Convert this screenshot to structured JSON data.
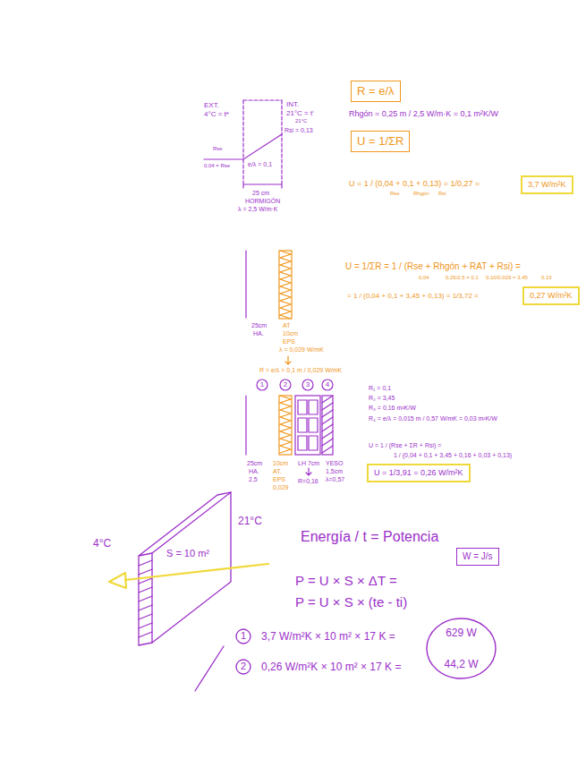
{
  "diagram": {
    "nodes": [
      {
        "text": [
          "R = e/λ"
        ]
      },
      {
        "text": [
          "U = 1/ΣR"
        ]
      },
      {
        "text": [
          "3,7 W/m²K"
        ]
      },
      {
        "text": [
          "0,27 W/m²K"
        ]
      },
      {
        "text": [
          "1"
        ]
      },
      {
        "text": [
          "2"
        ]
      },
      {
        "text": [
          "3"
        ]
      },
      {
        "text": [
          "4"
        ]
      },
      {
        "text": [
          "U = 1/3,91 = 0,26 W/m²K"
        ]
      },
      {
        "text": [
          "W = J/s"
        ]
      },
      {
        "text": [
          "1"
        ]
      },
      {
        "text": [
          "2"
        ]
      },
      {
        "text": [
          "629 W",
          "44,2 W"
        ]
      }
    ],
    "labels": [
      "EXT.",
      "4°C = tᵉ",
      "INT.",
      "21°C = tⁱ",
      "21°C",
      "Rsi = 0,13",
      "Rse",
      "0,04 = Rse",
      "e/λ = 0,1",
      "25 cm",
      "HORMIGÓN",
      "λ = 2,5 W/m·K",
      "Rhgón = 0,25 m / 2,5 W/m·K = 0,1 m²K/W",
      "U = 1 / (0,04 + 0,1 + 0,13) = 1/0,27 =",
      "Rse",
      "Rhgón",
      "Rsi",
      "25cm",
      "HA.",
      "AT",
      "10cm",
      "EPS",
      "λ = 0,029 W/mK",
      "R = e/λ = 0,1 m / 0,029 W/mK",
      "U = 1/ΣR = 1 / (Rse + Rhgón + RAT + Rsi) =",
      "0,04",
      "0,25/2,5 = 0,1",
      "0,10/0,029 = 3,45",
      "0,13",
      "= 1 / (0,04 + 0,1 + 3,45 + 0,13) = 1/3,72 =",
      "25cm",
      "HA.",
      "2,5",
      "10cm",
      "AT.",
      "EPS",
      "0,029",
      "LH 7cm",
      "R=0,16",
      "YESO",
      "1,5cm",
      "λ=0,57",
      "R₁ = 0,1",
      "R₂ = 3,45",
      "R₃ = 0,16 m²K/W",
      "R₄ = e/λ = 0,015 m / 0,57 W/mK = 0,03 m²K/W",
      "U = 1 / (Rse + ΣR + Rsi) =",
      "1 / (0,04 + 0,1 + 3,45 + 0,16 + 0,03 + 0,13)",
      "4°C",
      "S = 10 m²",
      "21°C",
      "Energía / t = Potencia",
      "P = U × S × ΔT =",
      "P = U × S × (te - ti)",
      "3,7 W/m²K × 10 m² × 17 K =",
      "0,26 W/m²K × 10 m² × 17 K ="
    ]
  }
}
